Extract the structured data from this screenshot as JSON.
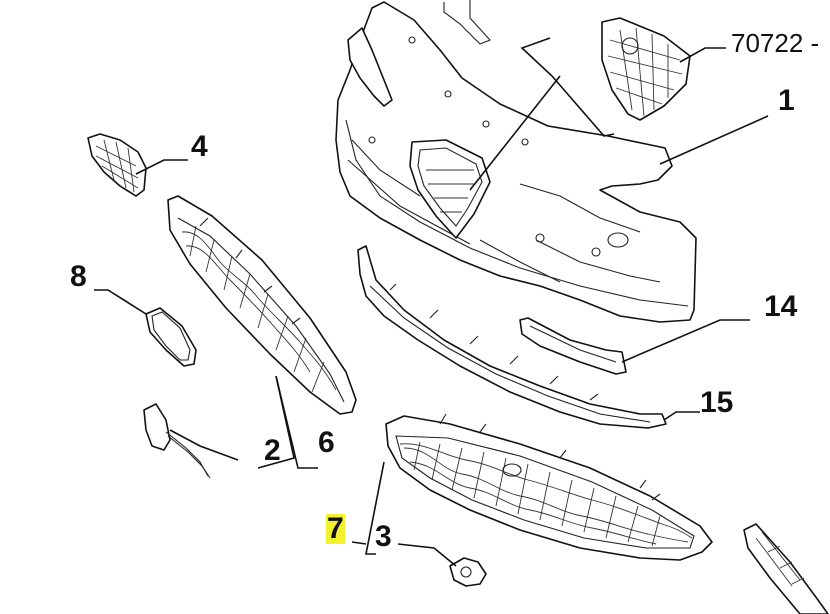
{
  "callouts": {
    "c70722": "70722 -",
    "c1": "1",
    "c4": "4",
    "c8": "8",
    "c14": "14",
    "c15": "15",
    "c2": "2",
    "c6": "6",
    "c7": "7",
    "c3": "3"
  },
  "highlight": {
    "color": "#f2f230",
    "callout": "7"
  }
}
